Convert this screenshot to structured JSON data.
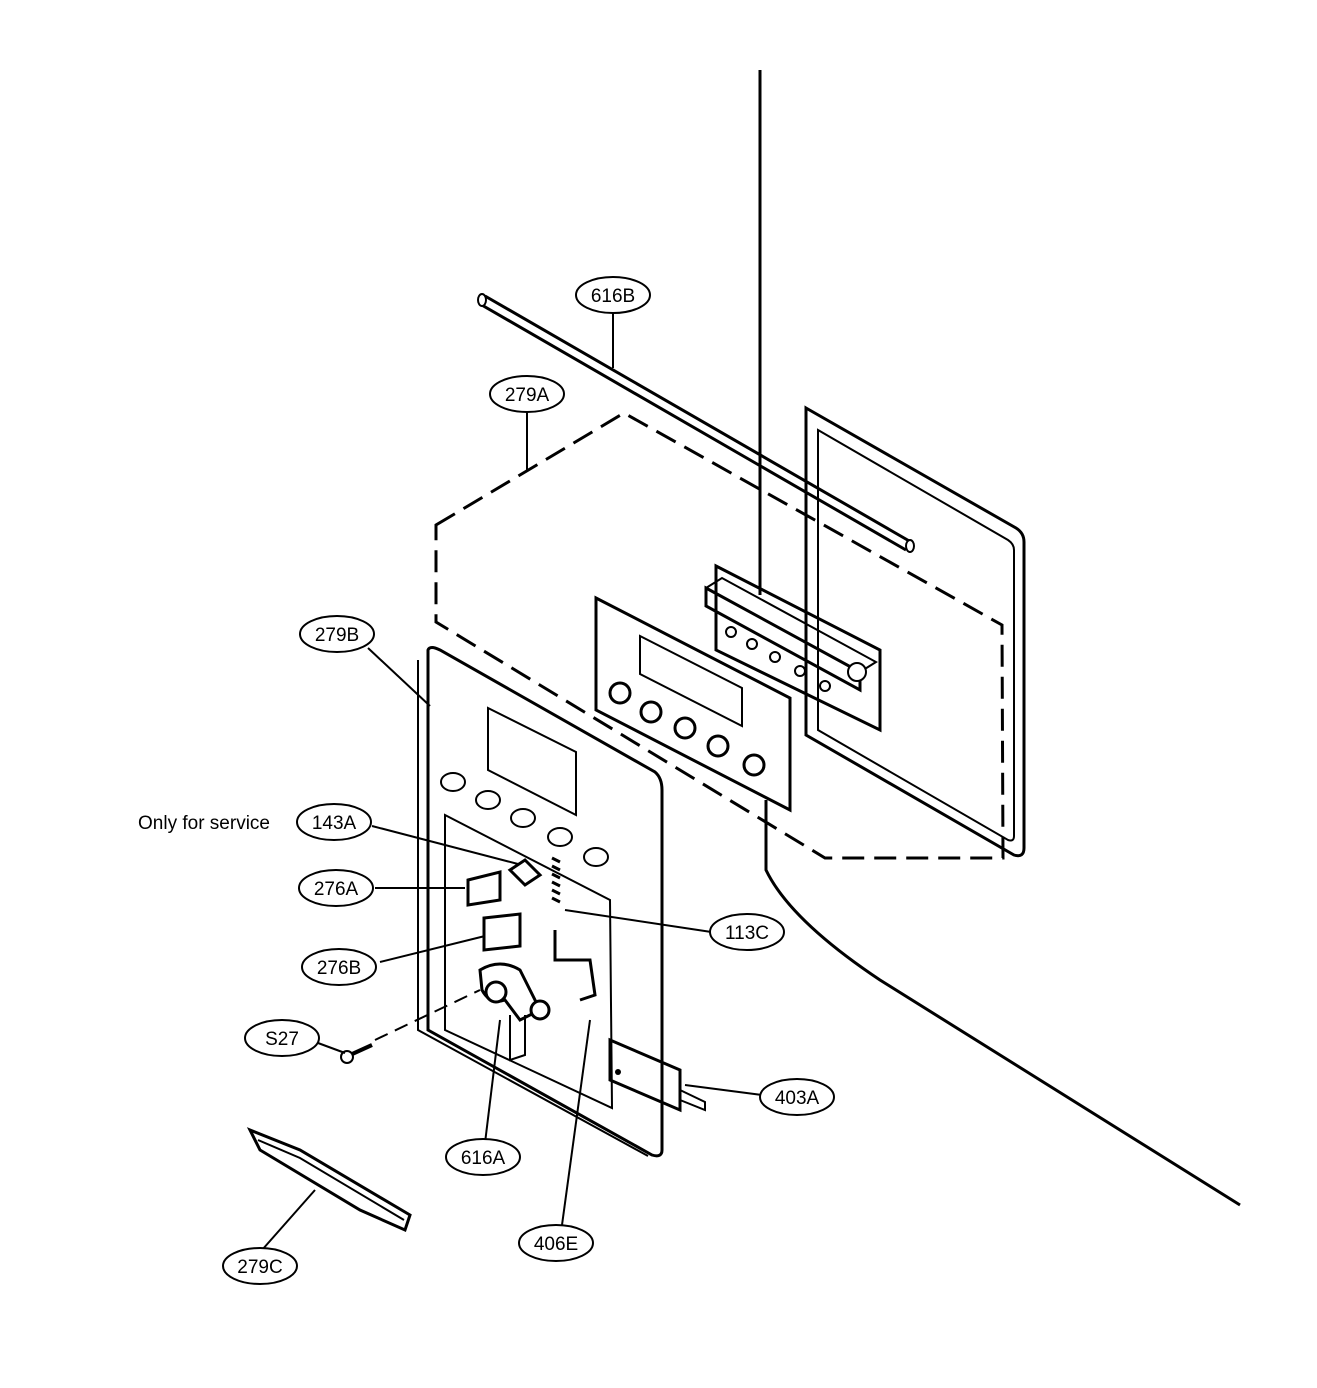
{
  "labels": {
    "l616B": "616B",
    "l279A": "279A",
    "l279B": "279B",
    "l143A": "143A",
    "l276A": "276A",
    "l276B": "276B",
    "l113C": "113C",
    "lS27": "S27",
    "l403A": "403A",
    "l616A": "616A",
    "l406E": "406E",
    "l279C": "279C"
  },
  "note": "Only for service",
  "colors": {
    "ink": "#000000",
    "paper": "#ffffff"
  }
}
